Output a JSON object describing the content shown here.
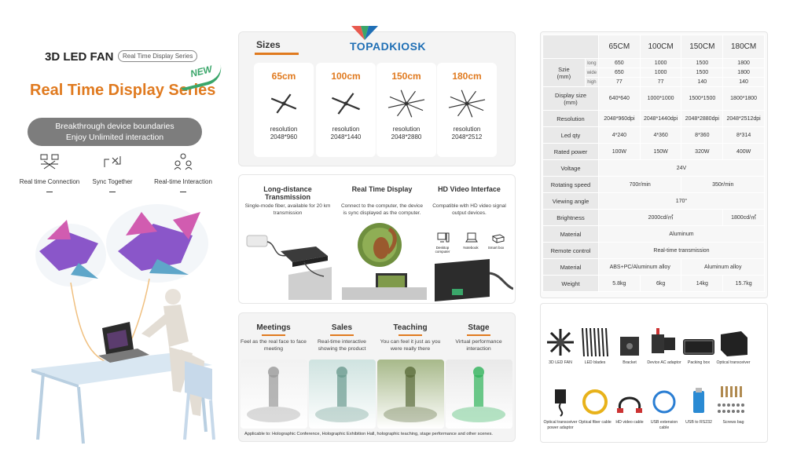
{
  "left": {
    "title": "3D LED FAN",
    "subtitle_badge": "Real Time Display Series",
    "series_title": "Real Time Display Series",
    "new_badge": "NEW",
    "breakthrough_line1": "Breakthrough device boundaries",
    "breakthrough_line2": "Enjoy Unlimited interaction",
    "features": [
      {
        "label": "Real time Connection",
        "icon": "connection-icon"
      },
      {
        "label": "Sync Together",
        "icon": "sync-icon"
      },
      {
        "label": "Real-time Interaction",
        "icon": "interaction-icon"
      }
    ]
  },
  "sizes": {
    "heading": "Sizes",
    "brand": "TOPADKIOSK",
    "items": [
      {
        "size": "65cm",
        "res_label": "resolution",
        "res": "2048*960"
      },
      {
        "size": "100cm",
        "res_label": "resolution",
        "res": "2048*1440"
      },
      {
        "size": "150cm",
        "res_label": "resolution",
        "res": "2048*2880"
      },
      {
        "size": "180cm",
        "res_label": "resolution",
        "res": "2048*2512"
      }
    ]
  },
  "features": [
    {
      "title": "Long-distance Transmission",
      "desc": "Single-mode fiber, available for 20 km transmission"
    },
    {
      "title": "Real Time Display",
      "desc": "Connect to the computer, the device is sync displayed as the computer."
    },
    {
      "title": "HD Video Interface",
      "desc": "Compatible with HD video signal output devices."
    }
  ],
  "devices": [
    "Desktop computer",
    "Notebook",
    "Smart box"
  ],
  "scenes": {
    "items": [
      {
        "title": "Meetings",
        "desc": "Feel as the real face to face meeting"
      },
      {
        "title": "Sales",
        "desc": "Real-time interactive showing the product"
      },
      {
        "title": "Teaching",
        "desc": "You can feel it just as you were really there"
      },
      {
        "title": "Stage",
        "desc": "Virtual performance interaction"
      }
    ],
    "applicable": "Applicable to: Holographic Conference, Holographic Exhibition Hall, holographic teaching, stage performance and other scenes."
  },
  "spec": {
    "headers": [
      "65CM",
      "100CM",
      "150CM",
      "180CM"
    ],
    "size_label": "Szie\n(mm)",
    "size_rows": [
      {
        "sub": "long",
        "values": [
          "650",
          "1000",
          "1500",
          "1800"
        ]
      },
      {
        "sub": "wide",
        "values": [
          "650",
          "1000",
          "1500",
          "1800"
        ]
      },
      {
        "sub": "high",
        "values": [
          "77",
          "77",
          "140",
          "140"
        ]
      }
    ],
    "display_size": {
      "label": "Display size\n(mm)",
      "values": [
        "640*640",
        "1000*1000",
        "1500*1500",
        "1800*1800"
      ]
    },
    "resolution": {
      "label": "Resolution",
      "values": [
        "2048*960dpi",
        "2048*1440dpi",
        "2048*2880dpi",
        "2048*2512dpi"
      ]
    },
    "led_qty": {
      "label": "Led qty",
      "values": [
        "4*240",
        "4*360",
        "8*360",
        "8*314"
      ]
    },
    "rated_power": {
      "label": "Rated power",
      "values": [
        "100W",
        "150W",
        "320W",
        "400W"
      ]
    },
    "voltage": {
      "label": "Voltage",
      "value": "24V"
    },
    "rotating_speed": {
      "label": "Rotating speed",
      "value_a": "700r/min",
      "value_b": "350r/min"
    },
    "viewing_angle": {
      "label": "Viewing angle",
      "value": "170°"
    },
    "brightness": {
      "label": "Brightness",
      "value_a": "2000cd/㎡",
      "value_b": "1800cd/㎡"
    },
    "material": {
      "label": "Material",
      "value": "Aluminum"
    },
    "remote_control": {
      "label": "Remote control",
      "value": "Real-time  transmission"
    },
    "material2": {
      "label": "Material",
      "value_a": "ABS+PC/Aluminum alloy",
      "value_b": "Aluminum alloy"
    },
    "weight": {
      "label": "Weight",
      "values": [
        "5.8kg",
        "6kg",
        "14kg",
        "15.7kg"
      ]
    }
  },
  "accessories": {
    "row1": [
      "3D LED FAN",
      "LED blades",
      "Bracket",
      "Device AC adaptor",
      "Packing box",
      "Optical transceiver"
    ],
    "row2": [
      "Optical transceiver power adaptor",
      "Optical fiber cable",
      "HD video cable",
      "USB extension cable",
      "USB to RS232",
      "Screws bag"
    ]
  }
}
